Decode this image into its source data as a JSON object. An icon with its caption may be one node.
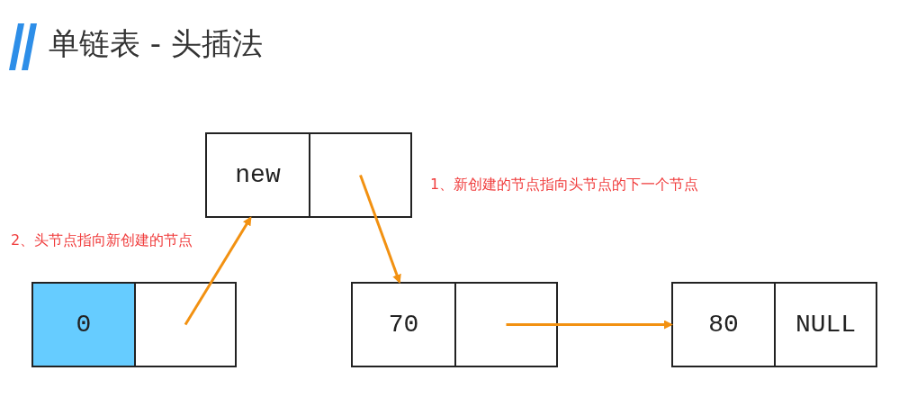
{
  "diagram": {
    "title": "单链表 - 头插法",
    "nodes": [
      {
        "text": [
          "new"
        ]
      },
      {
        "text": [],
        "shape": "box"
      },
      {
        "text": [
          "0"
        ]
      },
      {
        "text": [],
        "shape": "box"
      },
      {
        "text": [
          "70"
        ]
      },
      {
        "text": [],
        "shape": "box"
      },
      {
        "text": [
          "80"
        ]
      },
      {
        "text": [
          "NULL"
        ]
      }
    ],
    "edges": [
      {
        "from": 1,
        "to": 4,
        "arrow": "to"
      },
      {
        "from": 3,
        "to": 0,
        "arrow": "to"
      },
      {
        "from": 5,
        "to": 6,
        "arrow": "to"
      }
    ],
    "labels": [
      "1、新创建的节点指向头节点的下一个节点",
      "2、头节点指向新创建的节点"
    ]
  }
}
